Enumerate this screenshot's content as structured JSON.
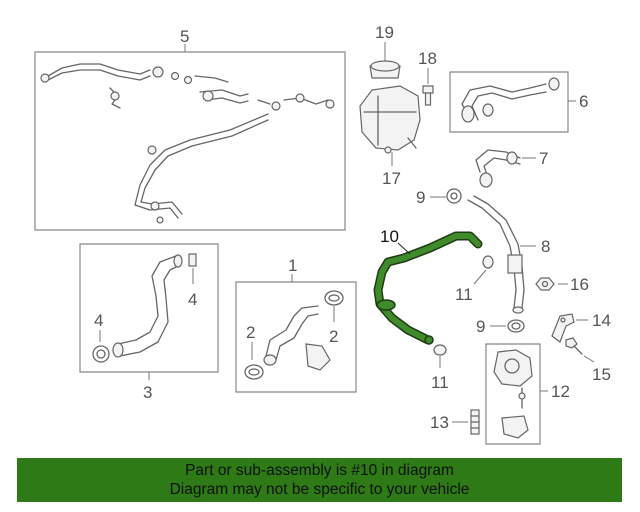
{
  "callouts": {
    "c1": "1",
    "c2a": "2",
    "c2b": "2",
    "c3": "3",
    "c4a": "4",
    "c4b": "4",
    "c5": "5",
    "c6": "6",
    "c7": "7",
    "c8": "8",
    "c9a": "9",
    "c9b": "9",
    "c10": "10",
    "c11a": "11",
    "c11b": "11",
    "c12": "12",
    "c13": "13",
    "c14": "14",
    "c15": "15",
    "c16": "16",
    "c17": "17",
    "c18": "18",
    "c19": "19"
  },
  "highlight_color": "#3f8a2a",
  "footer": {
    "line1": "Part or sub-assembly is #10 in diagram",
    "line2": "Diagram may not be specific to your vehicle",
    "background": "#2d7a16"
  }
}
